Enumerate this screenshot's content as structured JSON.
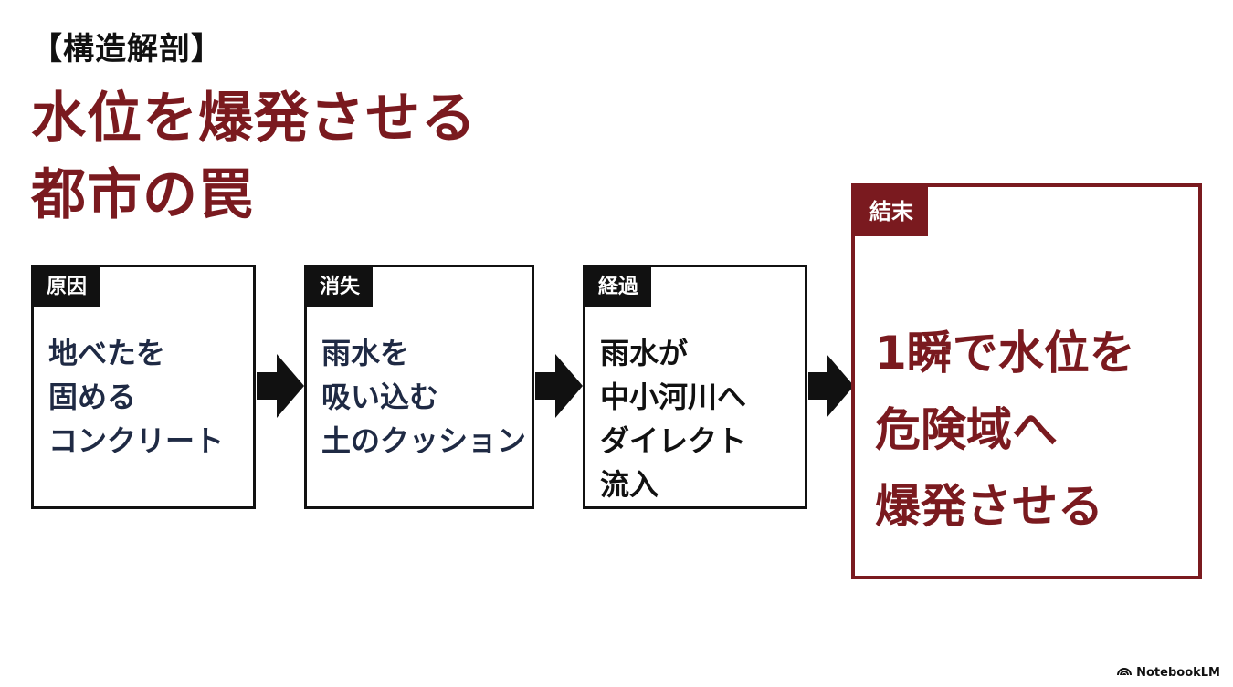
{
  "heading": {
    "kicker": "【構造解剖】",
    "title_line1": "水位を爆発させる",
    "title_line2": "都市の罠"
  },
  "flow": [
    {
      "tag": "原因",
      "lines": [
        "地べたを",
        "固める",
        "コンクリート"
      ]
    },
    {
      "tag": "消失",
      "lines": [
        "雨水を",
        "吸い込む",
        "土のクッション"
      ]
    },
    {
      "tag": "経過",
      "lines": [
        "雨水が",
        "中小河川へ",
        "ダイレクト",
        "流入"
      ]
    },
    {
      "tag": "結末",
      "lines": [
        "1瞬で水位を",
        "危険域へ",
        "爆発させる"
      ]
    }
  ],
  "colors": {
    "accent": "#7a1a1f",
    "ink": "#111111",
    "body_text": "#1f2a44"
  },
  "brand": {
    "icon": "notebooklm-logo-icon",
    "label": "NotebookLM"
  }
}
